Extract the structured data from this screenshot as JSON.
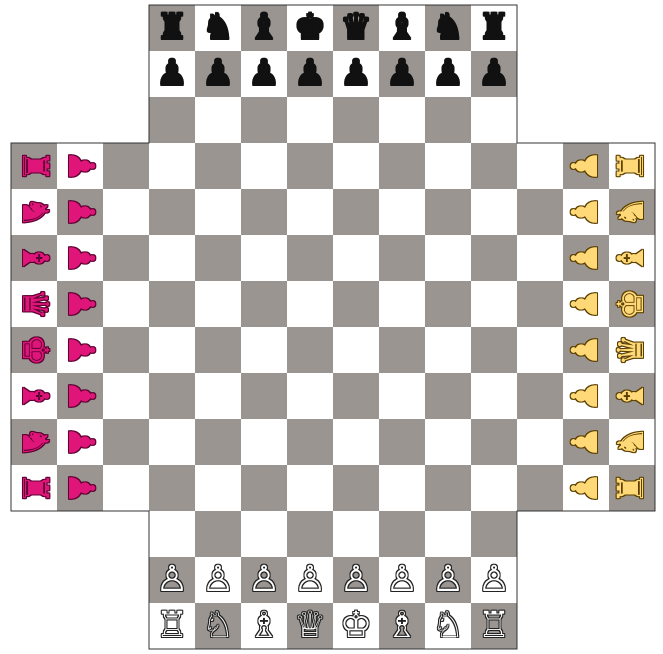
{
  "board": {
    "size": 14,
    "cut_corner": 3,
    "colors": {
      "light": "#ffffff",
      "dark": "#9a9590",
      "border": "#333333"
    }
  },
  "players": {
    "black": {
      "color": "#111111",
      "outline": "#111111",
      "side": "top"
    },
    "white": {
      "color": "#ffffff",
      "outline": "#222222",
      "side": "bottom"
    },
    "red": {
      "color": "#e0157a",
      "outline": "#5a0030",
      "side": "left"
    },
    "yellow": {
      "color": "#ffd977",
      "outline": "#5a3f00",
      "side": "right"
    }
  },
  "pieces": [
    {
      "player": "black",
      "type": "rook",
      "glyph": "♜",
      "row": 0,
      "col": 3
    },
    {
      "player": "black",
      "type": "knight",
      "glyph": "♞",
      "row": 0,
      "col": 4
    },
    {
      "player": "black",
      "type": "bishop",
      "glyph": "♝",
      "row": 0,
      "col": 5
    },
    {
      "player": "black",
      "type": "king",
      "glyph": "♚",
      "row": 0,
      "col": 6
    },
    {
      "player": "black",
      "type": "queen",
      "glyph": "♛",
      "row": 0,
      "col": 7
    },
    {
      "player": "black",
      "type": "bishop",
      "glyph": "♝",
      "row": 0,
      "col": 8
    },
    {
      "player": "black",
      "type": "knight",
      "glyph": "♞",
      "row": 0,
      "col": 9
    },
    {
      "player": "black",
      "type": "rook",
      "glyph": "♜",
      "row": 0,
      "col": 10
    },
    {
      "player": "black",
      "type": "pawn",
      "glyph": "♟",
      "row": 1,
      "col": 3
    },
    {
      "player": "black",
      "type": "pawn",
      "glyph": "♟",
      "row": 1,
      "col": 4
    },
    {
      "player": "black",
      "type": "pawn",
      "glyph": "♟",
      "row": 1,
      "col": 5
    },
    {
      "player": "black",
      "type": "pawn",
      "glyph": "♟",
      "row": 1,
      "col": 6
    },
    {
      "player": "black",
      "type": "pawn",
      "glyph": "♟",
      "row": 1,
      "col": 7
    },
    {
      "player": "black",
      "type": "pawn",
      "glyph": "♟",
      "row": 1,
      "col": 8
    },
    {
      "player": "black",
      "type": "pawn",
      "glyph": "♟",
      "row": 1,
      "col": 9
    },
    {
      "player": "black",
      "type": "pawn",
      "glyph": "♟",
      "row": 1,
      "col": 10
    },
    {
      "player": "white",
      "type": "pawn",
      "glyph": "♙",
      "row": 12,
      "col": 3
    },
    {
      "player": "white",
      "type": "pawn",
      "glyph": "♙",
      "row": 12,
      "col": 4
    },
    {
      "player": "white",
      "type": "pawn",
      "glyph": "♙",
      "row": 12,
      "col": 5
    },
    {
      "player": "white",
      "type": "pawn",
      "glyph": "♙",
      "row": 12,
      "col": 6
    },
    {
      "player": "white",
      "type": "pawn",
      "glyph": "♙",
      "row": 12,
      "col": 7
    },
    {
      "player": "white",
      "type": "pawn",
      "glyph": "♙",
      "row": 12,
      "col": 8
    },
    {
      "player": "white",
      "type": "pawn",
      "glyph": "♙",
      "row": 12,
      "col": 9
    },
    {
      "player": "white",
      "type": "pawn",
      "glyph": "♙",
      "row": 12,
      "col": 10
    },
    {
      "player": "white",
      "type": "rook",
      "glyph": "♖",
      "row": 13,
      "col": 3
    },
    {
      "player": "white",
      "type": "knight",
      "glyph": "♘",
      "row": 13,
      "col": 4
    },
    {
      "player": "white",
      "type": "bishop",
      "glyph": "♗",
      "row": 13,
      "col": 5
    },
    {
      "player": "white",
      "type": "queen",
      "glyph": "♕",
      "row": 13,
      "col": 6
    },
    {
      "player": "white",
      "type": "king",
      "glyph": "♔",
      "row": 13,
      "col": 7
    },
    {
      "player": "white",
      "type": "bishop",
      "glyph": "♗",
      "row": 13,
      "col": 8
    },
    {
      "player": "white",
      "type": "knight",
      "glyph": "♘",
      "row": 13,
      "col": 9
    },
    {
      "player": "white",
      "type": "rook",
      "glyph": "♖",
      "row": 13,
      "col": 10
    },
    {
      "player": "red",
      "type": "rook",
      "glyph": "♜",
      "row": 3,
      "col": 0,
      "rotate": 90
    },
    {
      "player": "red",
      "type": "knight",
      "glyph": "♞",
      "row": 4,
      "col": 0,
      "rotate": 90
    },
    {
      "player": "red",
      "type": "bishop",
      "glyph": "♝",
      "row": 5,
      "col": 0,
      "rotate": 90
    },
    {
      "player": "red",
      "type": "queen",
      "glyph": "♛",
      "row": 6,
      "col": 0,
      "rotate": 90
    },
    {
      "player": "red",
      "type": "king",
      "glyph": "♚",
      "row": 7,
      "col": 0,
      "rotate": 90
    },
    {
      "player": "red",
      "type": "bishop",
      "glyph": "♝",
      "row": 8,
      "col": 0,
      "rotate": 90
    },
    {
      "player": "red",
      "type": "knight",
      "glyph": "♞",
      "row": 9,
      "col": 0,
      "rotate": 90
    },
    {
      "player": "red",
      "type": "rook",
      "glyph": "♜",
      "row": 10,
      "col": 0,
      "rotate": 90
    },
    {
      "player": "red",
      "type": "pawn",
      "glyph": "♟",
      "row": 3,
      "col": 1,
      "rotate": 90
    },
    {
      "player": "red",
      "type": "pawn",
      "glyph": "♟",
      "row": 4,
      "col": 1,
      "rotate": 90
    },
    {
      "player": "red",
      "type": "pawn",
      "glyph": "♟",
      "row": 5,
      "col": 1,
      "rotate": 90
    },
    {
      "player": "red",
      "type": "pawn",
      "glyph": "♟",
      "row": 6,
      "col": 1,
      "rotate": 90
    },
    {
      "player": "red",
      "type": "pawn",
      "glyph": "♟",
      "row": 7,
      "col": 1,
      "rotate": 90
    },
    {
      "player": "red",
      "type": "pawn",
      "glyph": "♟",
      "row": 8,
      "col": 1,
      "rotate": 90
    },
    {
      "player": "red",
      "type": "pawn",
      "glyph": "♟",
      "row": 9,
      "col": 1,
      "rotate": 90
    },
    {
      "player": "red",
      "type": "pawn",
      "glyph": "♟",
      "row": 10,
      "col": 1,
      "rotate": 90
    },
    {
      "player": "yellow",
      "type": "pawn",
      "glyph": "♟",
      "row": 3,
      "col": 12,
      "rotate": -90
    },
    {
      "player": "yellow",
      "type": "pawn",
      "glyph": "♟",
      "row": 4,
      "col": 12,
      "rotate": -90
    },
    {
      "player": "yellow",
      "type": "pawn",
      "glyph": "♟",
      "row": 5,
      "col": 12,
      "rotate": -90
    },
    {
      "player": "yellow",
      "type": "pawn",
      "glyph": "♟",
      "row": 6,
      "col": 12,
      "rotate": -90
    },
    {
      "player": "yellow",
      "type": "pawn",
      "glyph": "♟",
      "row": 7,
      "col": 12,
      "rotate": -90
    },
    {
      "player": "yellow",
      "type": "pawn",
      "glyph": "♟",
      "row": 8,
      "col": 12,
      "rotate": -90
    },
    {
      "player": "yellow",
      "type": "pawn",
      "glyph": "♟",
      "row": 9,
      "col": 12,
      "rotate": -90
    },
    {
      "player": "yellow",
      "type": "pawn",
      "glyph": "♟",
      "row": 10,
      "col": 12,
      "rotate": -90
    },
    {
      "player": "yellow",
      "type": "rook",
      "glyph": "♜",
      "row": 3,
      "col": 13,
      "rotate": -90
    },
    {
      "player": "yellow",
      "type": "knight",
      "glyph": "♞",
      "row": 4,
      "col": 13,
      "rotate": -90
    },
    {
      "player": "yellow",
      "type": "bishop",
      "glyph": "♝",
      "row": 5,
      "col": 13,
      "rotate": -90
    },
    {
      "player": "yellow",
      "type": "king",
      "glyph": "♚",
      "row": 6,
      "col": 13,
      "rotate": -90
    },
    {
      "player": "yellow",
      "type": "queen",
      "glyph": "♛",
      "row": 7,
      "col": 13,
      "rotate": -90
    },
    {
      "player": "yellow",
      "type": "bishop",
      "glyph": "♝",
      "row": 8,
      "col": 13,
      "rotate": -90
    },
    {
      "player": "yellow",
      "type": "knight",
      "glyph": "♞",
      "row": 9,
      "col": 13,
      "rotate": -90
    },
    {
      "player": "yellow",
      "type": "rook",
      "glyph": "♜",
      "row": 10,
      "col": 13,
      "rotate": -90
    }
  ]
}
